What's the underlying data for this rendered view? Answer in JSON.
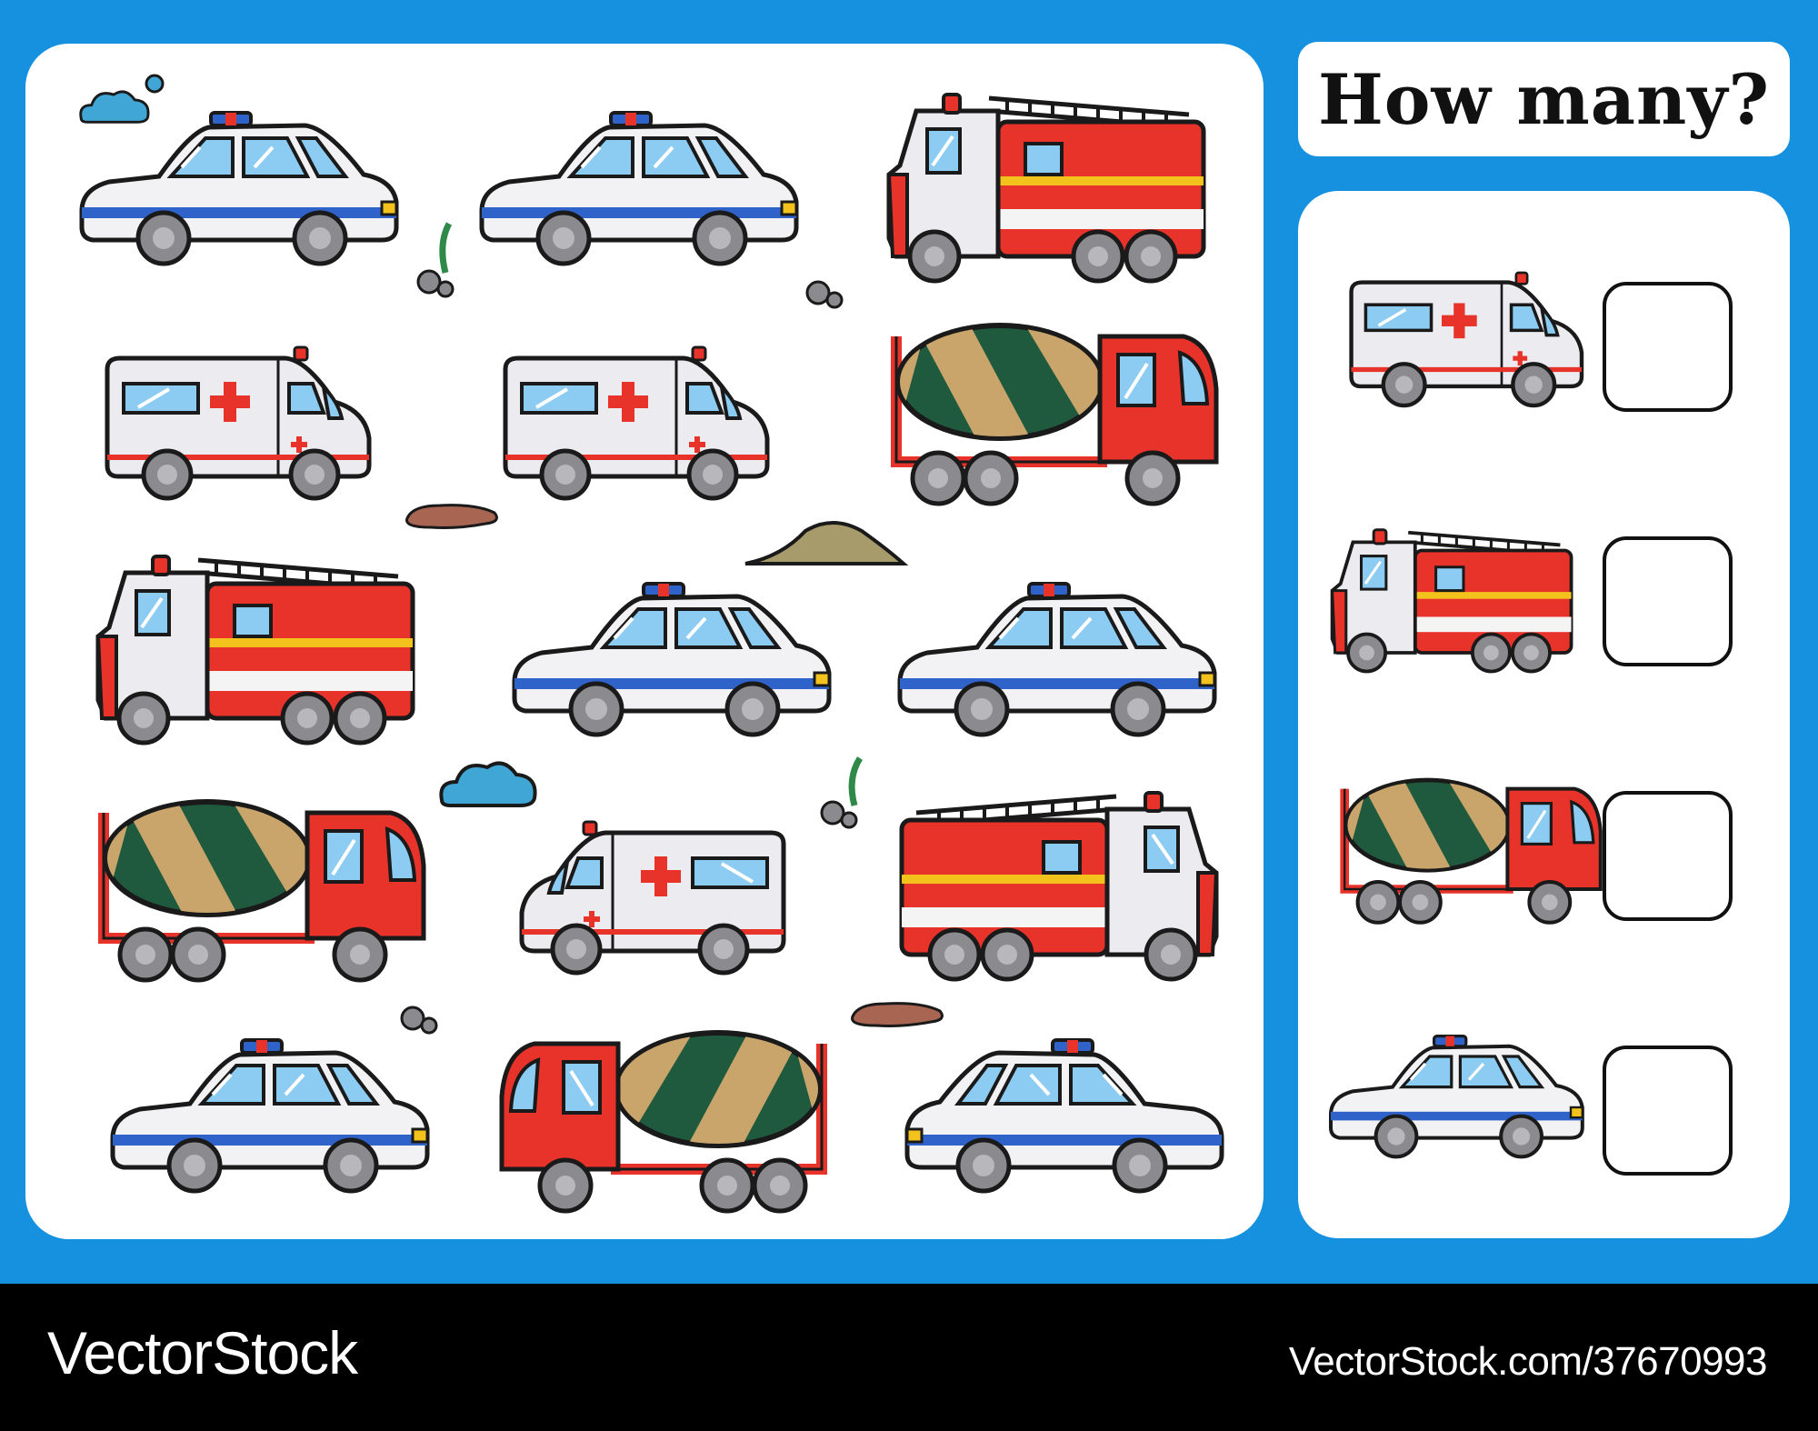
{
  "title": "How many?",
  "footer": {
    "brand": "VectorStock",
    "url": "VectorStock.com/37670993"
  },
  "answer_rows": [
    {
      "icon": "ambulance-icon",
      "value": ""
    },
    {
      "icon": "fire-truck-icon",
      "value": ""
    },
    {
      "icon": "cement-mixer-icon",
      "value": ""
    },
    {
      "icon": "police-car-icon",
      "value": ""
    }
  ],
  "colors": {
    "background": "#1591e0",
    "panel": "#ffffff",
    "vehicle_red": "#e8332b",
    "police_stripe": "#2f63c9",
    "outline": "#1a1a1a"
  }
}
